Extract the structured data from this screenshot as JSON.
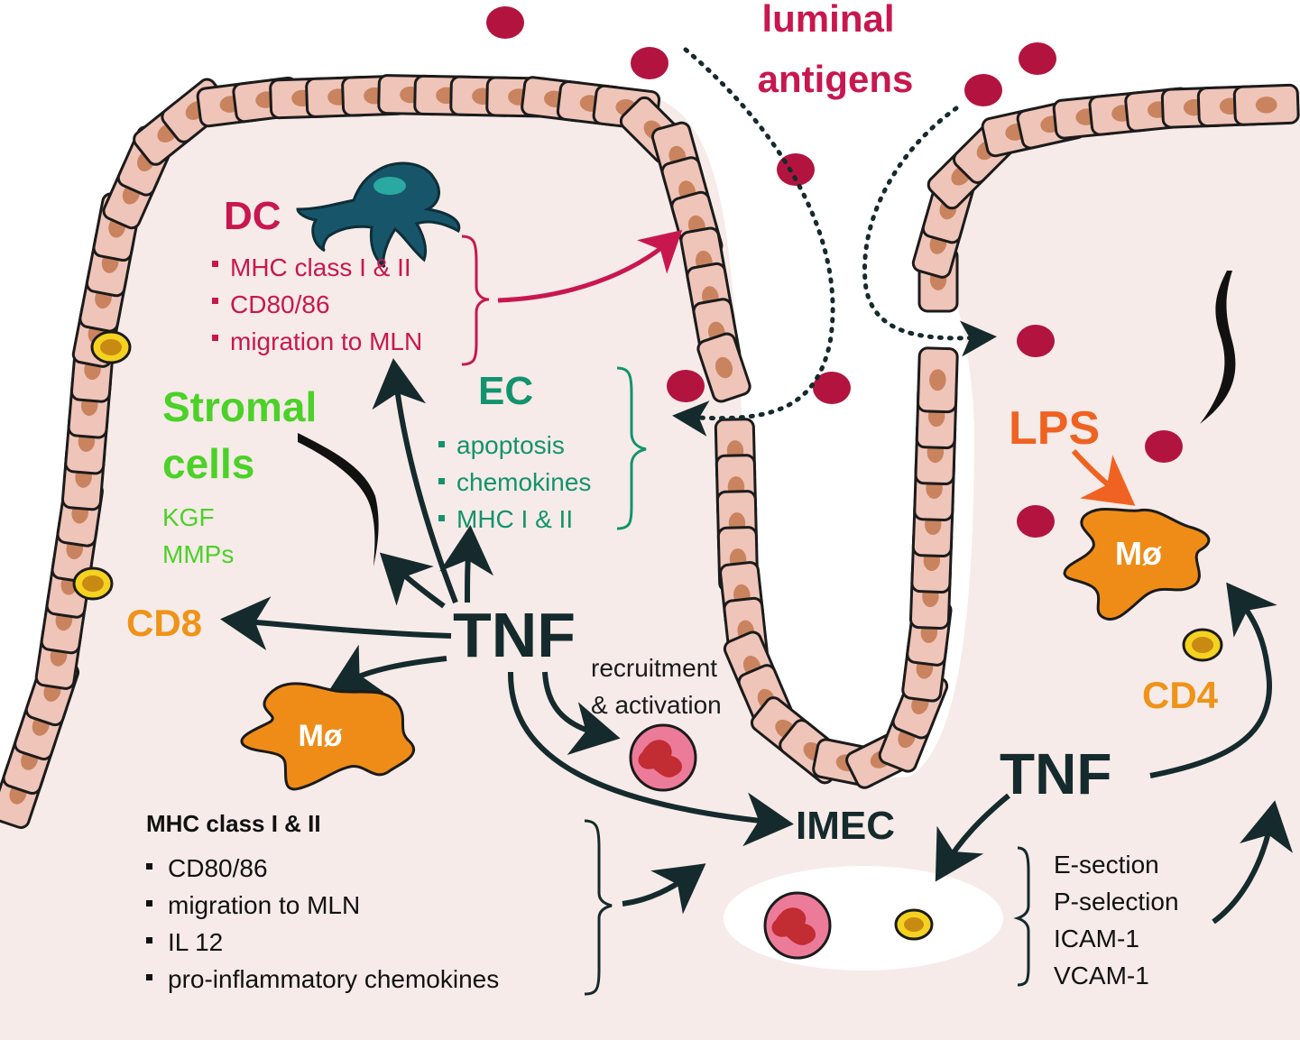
{
  "colors": {
    "background": "#ffffff",
    "lamina": "#f6ebe8",
    "cell_fill": "#efc4b9",
    "nucleus": "#c9845f",
    "outline": "#1b1b1b",
    "dark_arrow": "#152a2c",
    "antigen": "#b3143f",
    "dc_text": "#c8174f",
    "dc_cell": "#17566a",
    "ec_text": "#13936d",
    "stromal_text": "#4cd129",
    "cd_text": "#ef9319",
    "macrophage": "#ef8c17",
    "lps_text": "#f06222",
    "neutrophil": "#ec7b9a",
    "neutrophil_nucleus": "#c22c33",
    "lymphocyte": "#f5d21f",
    "lymphocyte_nucleus": "#c98a14",
    "bacterium": "#111111"
  },
  "labels": {
    "luminal_antigens": [
      "luminal",
      "antigens"
    ],
    "dc": "DC",
    "dc_effects": [
      "MHC class I & II",
      "CD80/86",
      "migration to MLN"
    ],
    "ec": "EC",
    "ec_effects": [
      "apoptosis",
      "chemokines",
      "MHC I & II"
    ],
    "stromal": [
      "Stromal",
      "cells"
    ],
    "stromal_effects": [
      "KGF",
      "MMPs"
    ],
    "cd8": "CD8",
    "cd4": "CD4",
    "tnf_center": "TNF",
    "tnf_right": "TNF",
    "macrophage": "Mø",
    "lps": "LPS",
    "recruitment": [
      "recruitment",
      "& activation"
    ],
    "imec": "IMEC",
    "macrophage_effects_title": "MHC class I & II",
    "macrophage_effects": [
      "CD80/86",
      "migration to MLN",
      "IL 12",
      "pro-inflammatory chemokines"
    ],
    "adhesion_molecules": [
      "E-section",
      "P-selection",
      "ICAM-1",
      "VCAM-1"
    ]
  },
  "icons": {
    "bullet": "square-bullet",
    "antigen": "red-dot-icon",
    "bacterium": "rod-bacterium-icon",
    "macrophage": "macrophage-cell-icon",
    "dendritic_cell": "dendritic-cell-icon",
    "neutrophil": "neutrophil-icon",
    "lymphocyte": "lymphocyte-icon"
  }
}
